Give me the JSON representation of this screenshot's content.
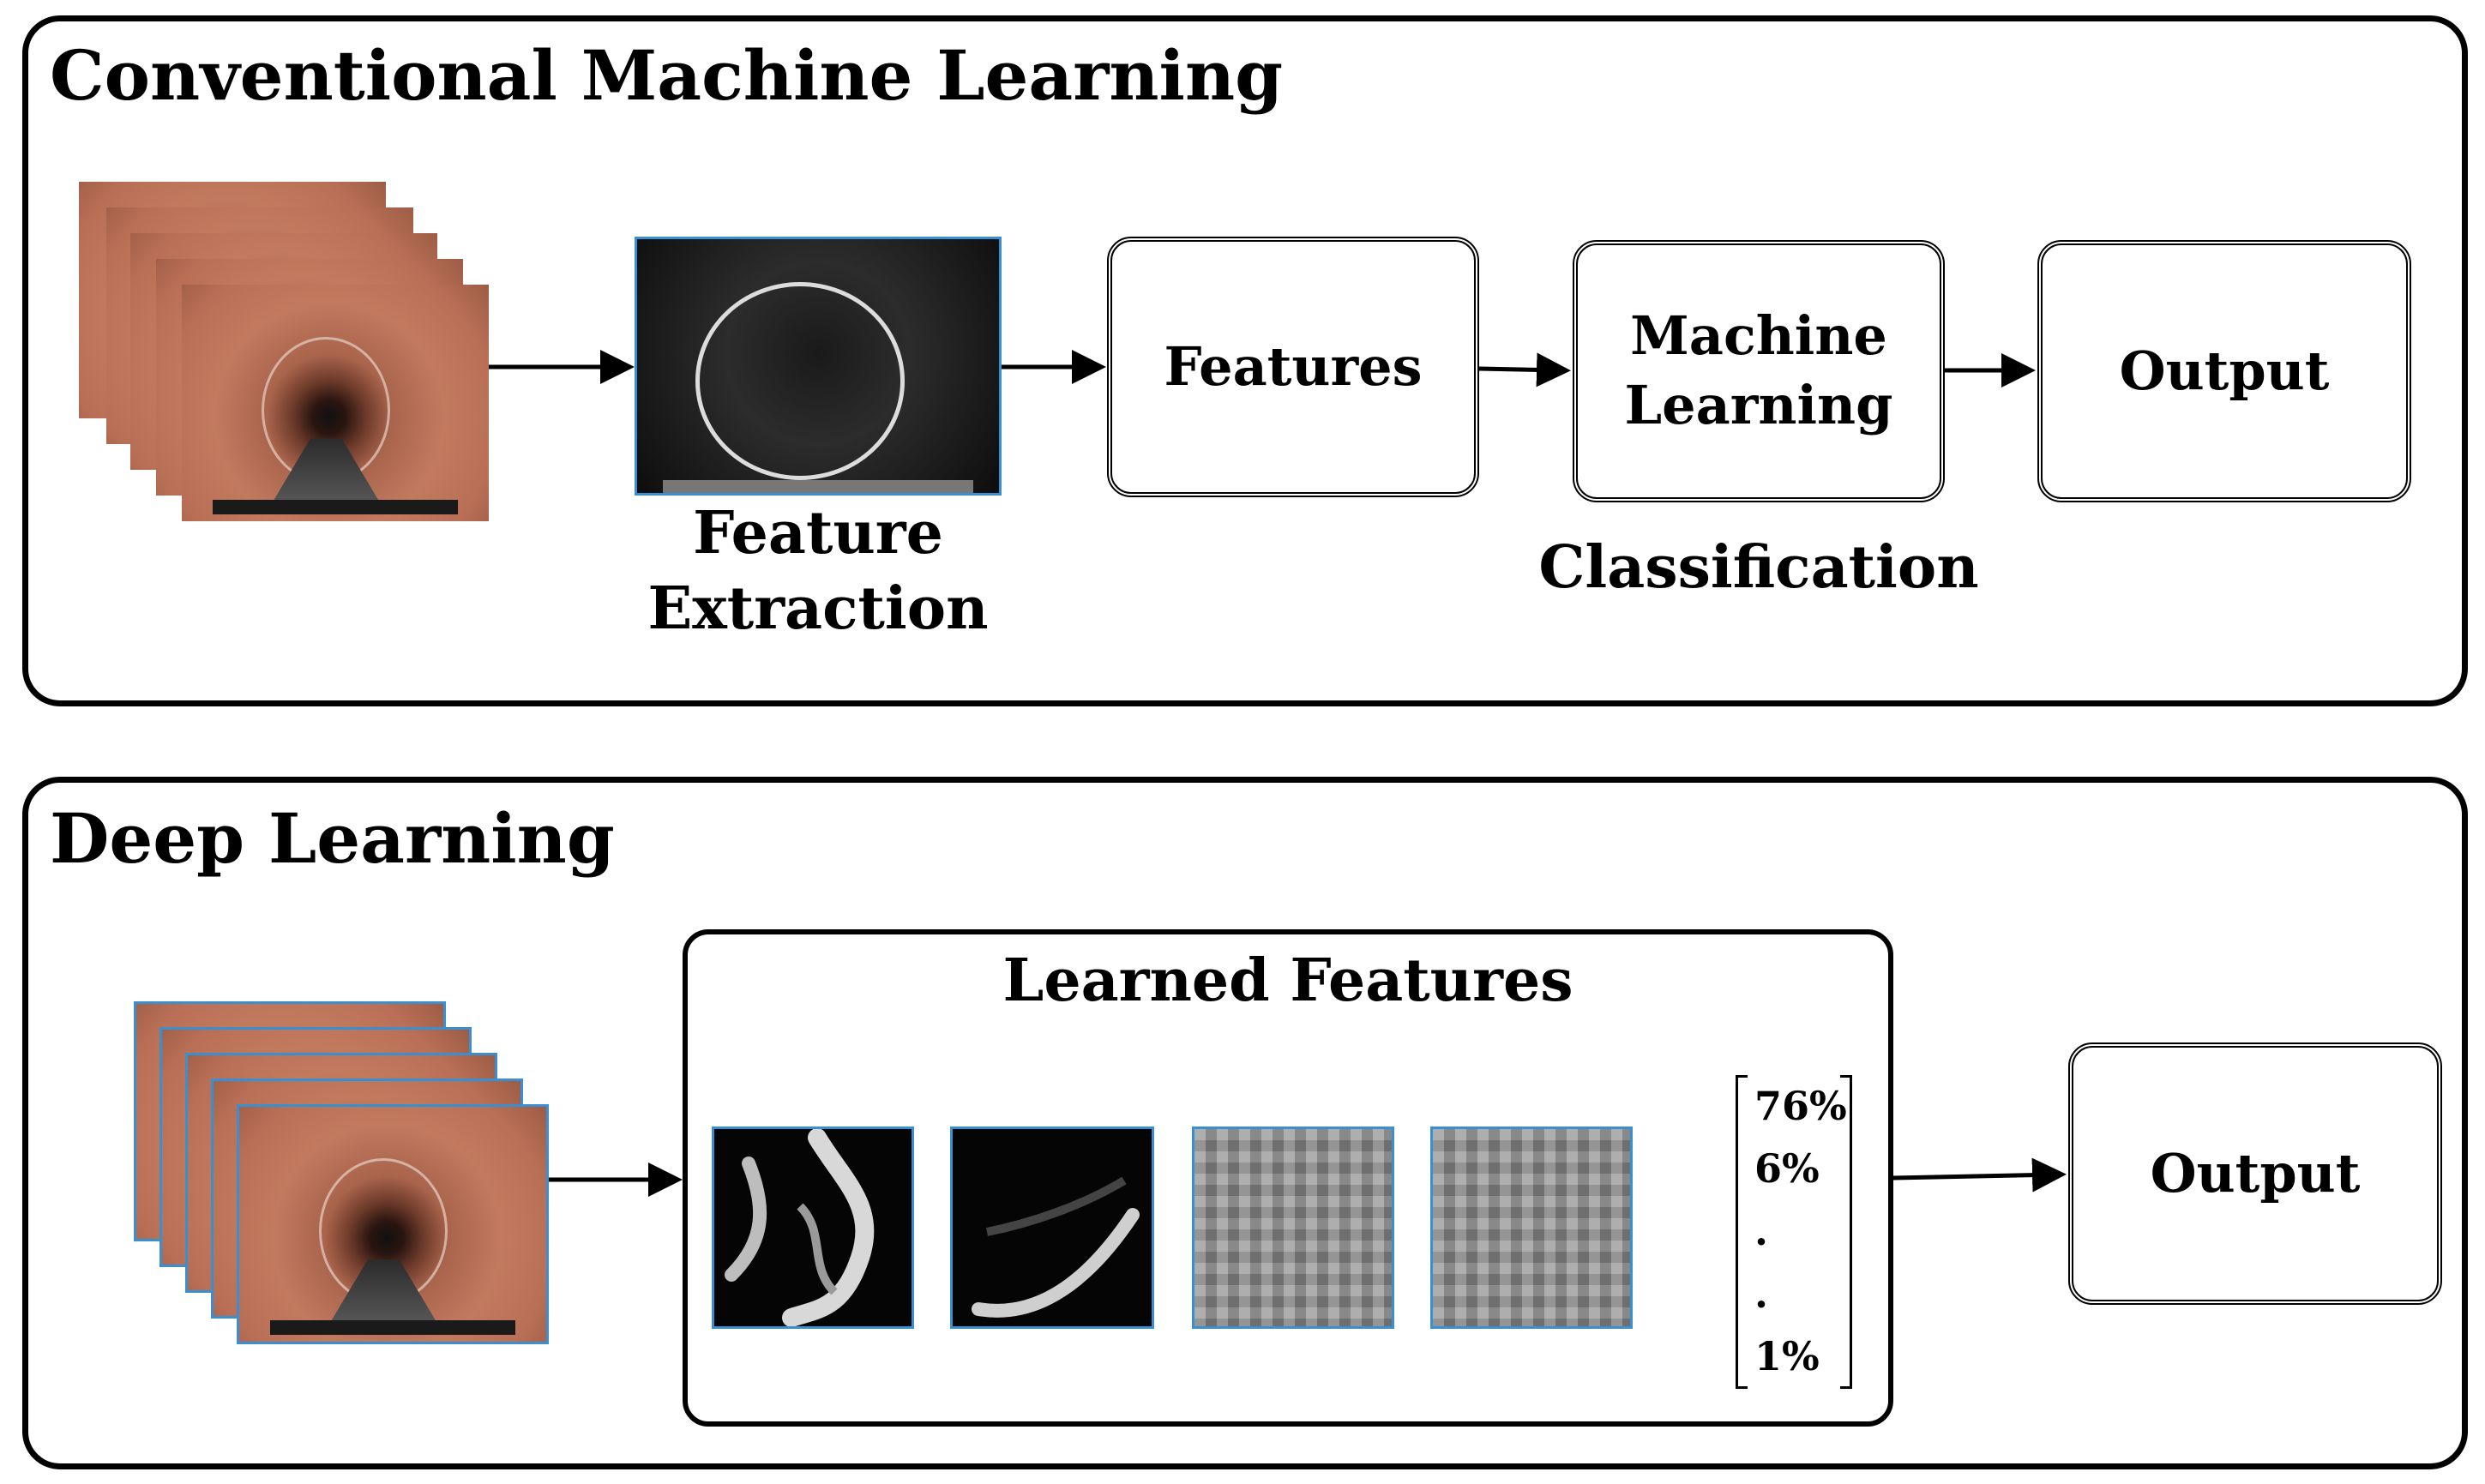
{
  "conventional": {
    "title": "Conventional Machine Learning",
    "feature_extraction_label": [
      "Feature",
      "Extraction"
    ],
    "features_label": "Features",
    "machine_learning_label": [
      "Machine",
      "Learning"
    ],
    "classification_label": "Classification",
    "output_label": "Output"
  },
  "deep": {
    "title": "Deep Learning",
    "learned_features_title": "Learned Features",
    "output_vector": [
      "76%",
      "6%",
      ".",
      ".",
      "1%"
    ],
    "output_label": "Output"
  },
  "colors": {
    "image_border": "#3a8fd0",
    "stroke": "#000000"
  }
}
